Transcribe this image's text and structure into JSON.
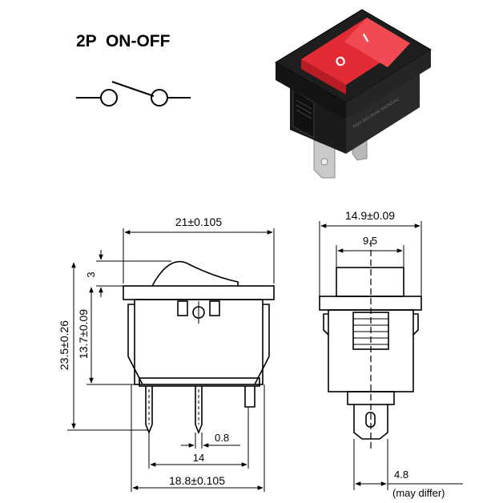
{
  "title": "2P  ON-OFF",
  "switch_markings": {
    "on_symbol": "I",
    "off_symbol": "O",
    "body_text": "PG01 5A/125VAC 6A/250VAC"
  },
  "dimensions": {
    "overall_width": "21±0.105",
    "actuator_height": "3",
    "total_height": "23.5±0.26",
    "body_height": "13.7±0.09",
    "pin_width": "0.8",
    "pin_spacing": "14",
    "base_width": "18.8±0.105",
    "side_width": "14.9±0.09",
    "inner_width": "9.5",
    "terminal_width": "4.8",
    "note": "(may differ)"
  },
  "colors": {
    "actuator": "#e32b35",
    "housing": "#1a1a1a",
    "terminal": "#c8c8c8",
    "line": "#000000"
  }
}
